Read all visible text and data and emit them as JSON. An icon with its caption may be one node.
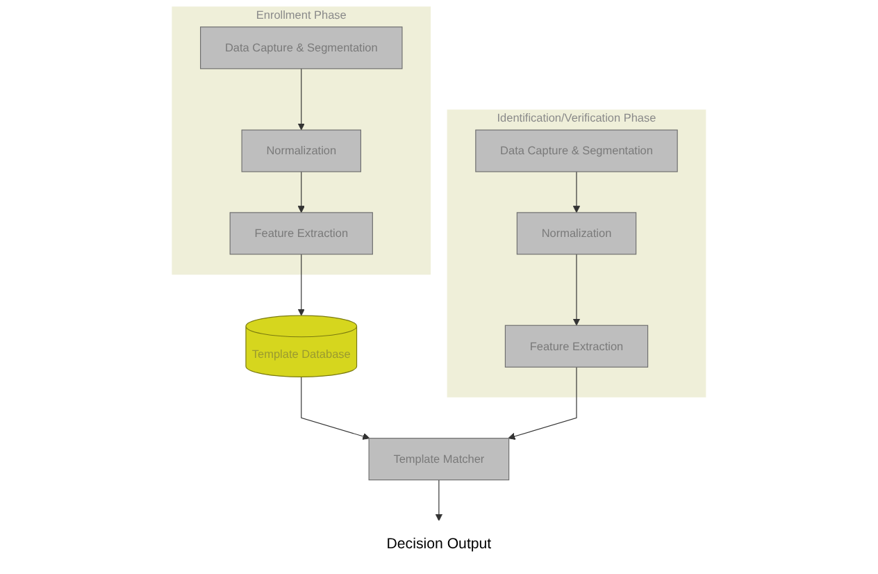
{
  "diagram": {
    "nodes": [
      {
        "text": [
          "Enrollment Phase"
        ]
      },
      {
        "text": [
          "Data Capture & Segmentation"
        ],
        "in": 0
      },
      {
        "text": [
          "Normalization"
        ],
        "in": 0
      },
      {
        "text": [
          "Feature Extraction"
        ],
        "in": 0
      },
      {
        "text": [
          "Template Database"
        ]
      },
      {
        "text": [
          "Template Matcher"
        ]
      },
      {
        "text": [
          "Decision Output"
        ]
      },
      {
        "text": [
          "Identification/Verification Phase"
        ]
      },
      {
        "text": [
          "Data Capture & Segmentation"
        ],
        "in": 7
      },
      {
        "text": [
          "Normalization"
        ],
        "in": 7
      },
      {
        "text": [
          "Feature Extraction"
        ],
        "in": 7
      }
    ],
    "edges": [
      {
        "from": 1,
        "to": 2,
        "arrow": "to"
      },
      {
        "from": 2,
        "to": 3,
        "arrow": "to"
      },
      {
        "from": 3,
        "to": 4,
        "arrow": "to"
      },
      {
        "from": 4,
        "to": 5,
        "arrow": "to"
      },
      {
        "from": 5,
        "to": 6,
        "arrow": "to"
      },
      {
        "from": 8,
        "to": 9,
        "arrow": "to"
      },
      {
        "from": 9,
        "to": 10,
        "arrow": "to"
      },
      {
        "from": 10,
        "to": 5,
        "arrow": "to"
      }
    ]
  }
}
